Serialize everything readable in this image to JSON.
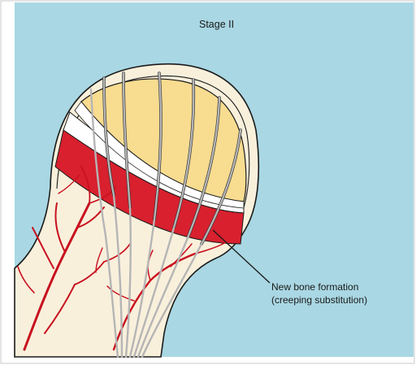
{
  "title": "Stage II",
  "callout": {
    "line1": "New bone formation",
    "line2": "(creeping substitution)"
  },
  "colors": {
    "background": "#a9d7e3",
    "bone": "#f9f0dc",
    "necrotic_head": "#f8dc90",
    "new_bone_band": "#d8202e",
    "cartilage": "#ffffff",
    "vessels": "#c8101e",
    "trabeculae": "#b5b5b5",
    "outline": "#1a1a1a"
  }
}
